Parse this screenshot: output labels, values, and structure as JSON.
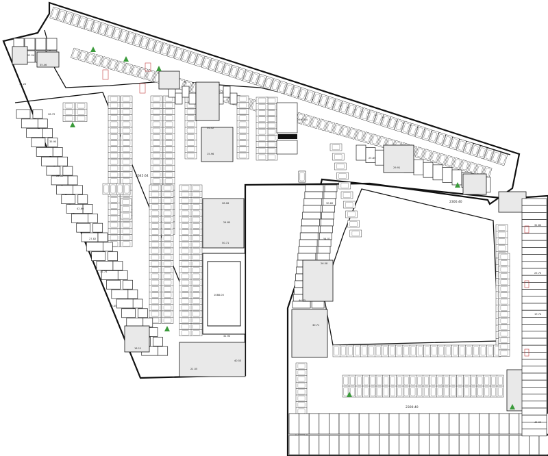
{
  "plan": {
    "area_labels": {
      "west_garage": "2645.64",
      "east_garage": "2300.40",
      "east_upper": "2300.40",
      "court": "1088.00",
      "mid_strip": "2695.54"
    },
    "room_labels": [
      "22.24",
      "35.46",
      "34.20",
      "28.79",
      "35.90",
      "22.30",
      "42.60",
      "27.82",
      "31.74",
      "30.45",
      "18.11",
      "34.42",
      "15.96",
      "28.06",
      "24.80",
      "50.71",
      "31.90",
      "40.53",
      "21.55",
      "25.85",
      "29.91",
      "30.60",
      "54.01",
      "26.58",
      "44.75",
      "30.71",
      "31.84",
      "25.73",
      "19.74",
      "42.02"
    ],
    "colors": {
      "wall": "#111111",
      "accent_green": "#3a9a3a",
      "accent_red": "#c0393b"
    },
    "symbols": [
      "stair-icon",
      "elevator-icon",
      "accessible-parking-icon"
    ]
  }
}
